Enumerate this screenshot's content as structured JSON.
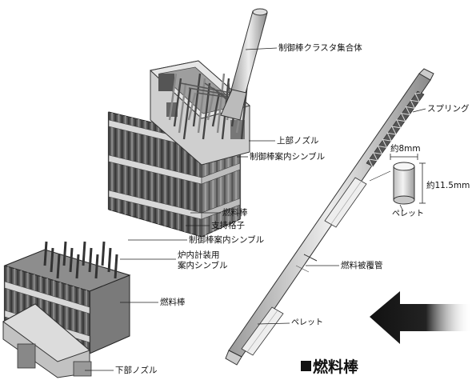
{
  "labels": {
    "rcca": "制御棒クラスタ集合体",
    "top_nozzle": "上部ノズル",
    "guide_thimble_upper": "制御棒案内シンブル",
    "fuel_rod_upper": "燃料棒",
    "grid": "支持格子",
    "guide_thimble_lower": "制御棒案内シンブル",
    "incore_line1": "炉内計装用",
    "incore_line2": "案内シンブル",
    "fuel_rod_lower": "燃料棒",
    "bottom_nozzle": "下部ノズル",
    "spring": "スプリング",
    "diameter": "約8mm",
    "height": "約11.5mm",
    "pellet_detail": "ペレット",
    "cladding": "燃料被覆管",
    "pellet_rod": "ペレット"
  },
  "title": "燃料棒",
  "colors": {
    "rod_dark": "#3a3a3a",
    "rod_light": "#8a8a8a",
    "grid": "#d8d8d8",
    "nozzle": "#b5b5b5",
    "arrow": "#1a1a1a"
  }
}
